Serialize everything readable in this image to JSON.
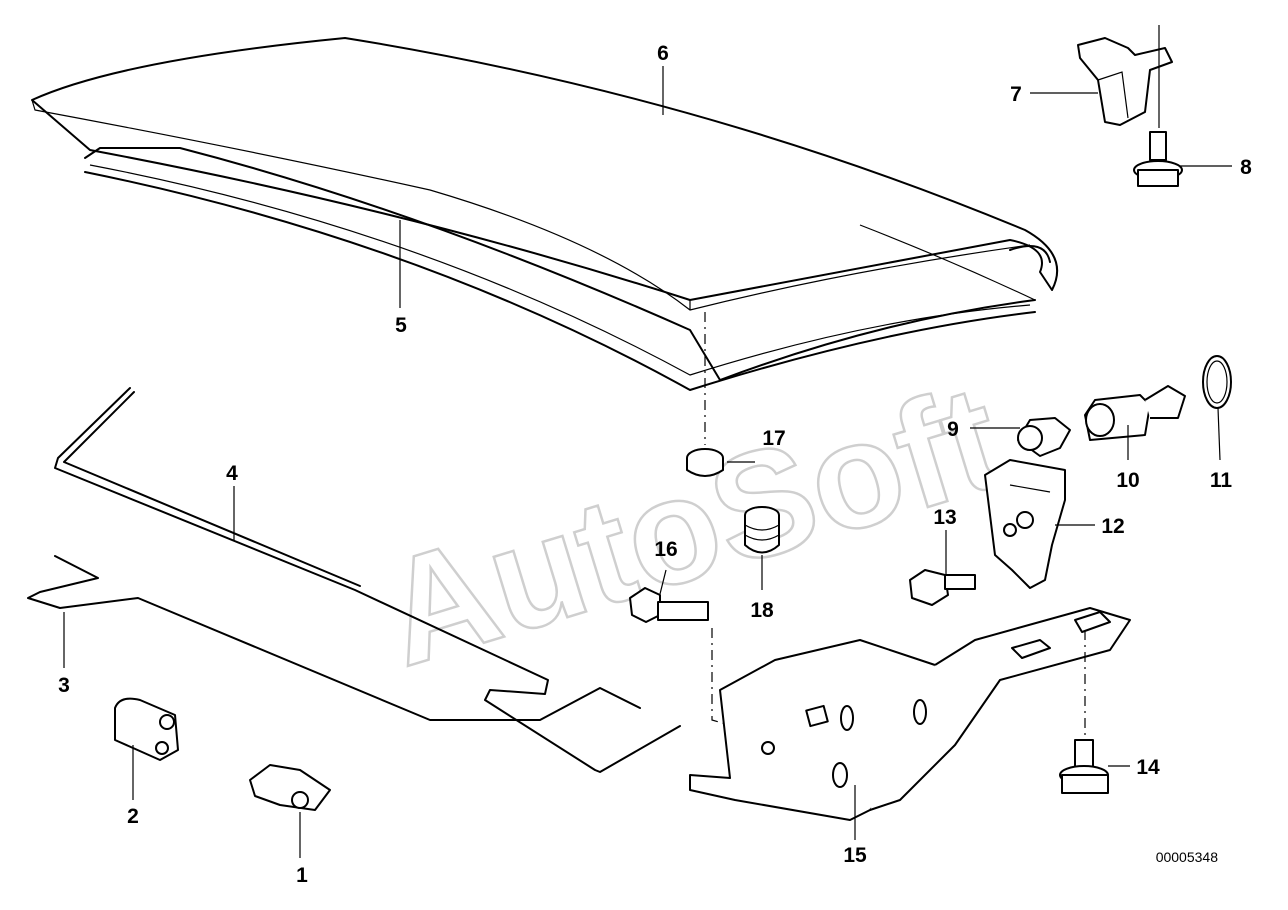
{
  "watermark": "AutoSoft",
  "drawing_code": "00005348",
  "callouts": [
    {
      "id": "1",
      "label": "1"
    },
    {
      "id": "2",
      "label": "2"
    },
    {
      "id": "3",
      "label": "3"
    },
    {
      "id": "4",
      "label": "4"
    },
    {
      "id": "5",
      "label": "5"
    },
    {
      "id": "6",
      "label": "6"
    },
    {
      "id": "7",
      "label": "7"
    },
    {
      "id": "8",
      "label": "8"
    },
    {
      "id": "9",
      "label": "9"
    },
    {
      "id": "10",
      "label": "10"
    },
    {
      "id": "11",
      "label": "11"
    },
    {
      "id": "12",
      "label": "12"
    },
    {
      "id": "13",
      "label": "13"
    },
    {
      "id": "14",
      "label": "14"
    },
    {
      "id": "15",
      "label": "15"
    },
    {
      "id": "16",
      "label": "16"
    },
    {
      "id": "17",
      "label": "17"
    },
    {
      "id": "18",
      "label": "18"
    }
  ]
}
